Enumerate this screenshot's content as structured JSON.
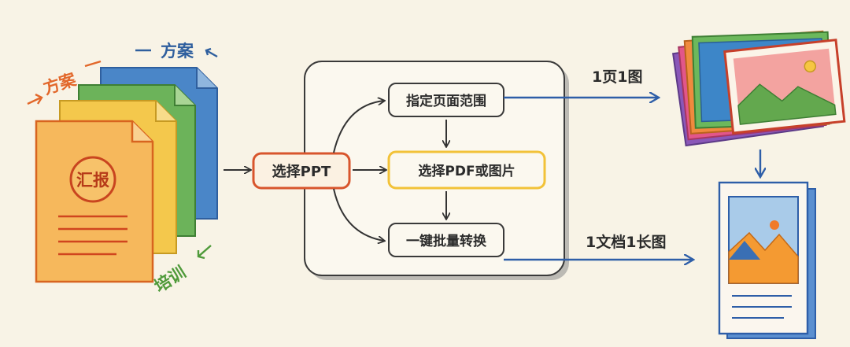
{
  "docs": {
    "front_title": "汇报",
    "tag_left": "方案",
    "tag_top": "方案",
    "tag_bottom": "培训"
  },
  "nodes": {
    "select_ppt": "选择PPT",
    "page_range": "指定页面范围",
    "select_output": "选择PDF或图片",
    "batch_convert": "一键批量转换"
  },
  "outputs": {
    "per_page": "1页1图",
    "long_image": "1文档1长图"
  },
  "colors": {
    "background": "#f8f3e6",
    "doc_orange": "#f0a44a",
    "doc_yellow": "#f2c64a",
    "doc_green": "#5aa84a",
    "doc_blue": "#3d7fc4",
    "node_red_border": "#d8552c",
    "node_yellow_border": "#f2c238",
    "arrow_blue": "#2e5ea8"
  }
}
